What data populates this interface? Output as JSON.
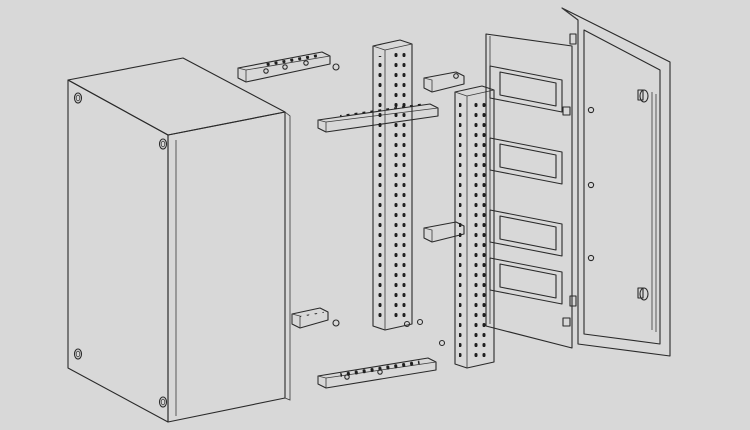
{
  "diagram": {
    "type": "exploded-assembly",
    "components": [
      {
        "name": "enclosure-body",
        "icon": "cabinet-icon"
      },
      {
        "name": "mounting-bracket-top",
        "icon": "bracket-icon"
      },
      {
        "name": "mounting-bracket-bottom",
        "icon": "bracket-icon"
      },
      {
        "name": "mounting-bracket-lower-left",
        "icon": "bracket-icon"
      },
      {
        "name": "vertical-rail-left",
        "icon": "perforated-rail-icon"
      },
      {
        "name": "vertical-rail-right",
        "icon": "perforated-rail-icon"
      },
      {
        "name": "horizontal-crossbar",
        "icon": "crossbar-icon"
      },
      {
        "name": "mounting-plate-frame",
        "icon": "din-rail-frame-icon"
      },
      {
        "name": "door-panel",
        "icon": "door-icon"
      },
      {
        "name": "fasteners",
        "icon": "screw-icon"
      }
    ],
    "colors": {
      "background": "#d8d8d8",
      "part_fill": "#ececec",
      "shadow_fill": "#cfcfcf",
      "outline": "#2a2a2a"
    }
  }
}
